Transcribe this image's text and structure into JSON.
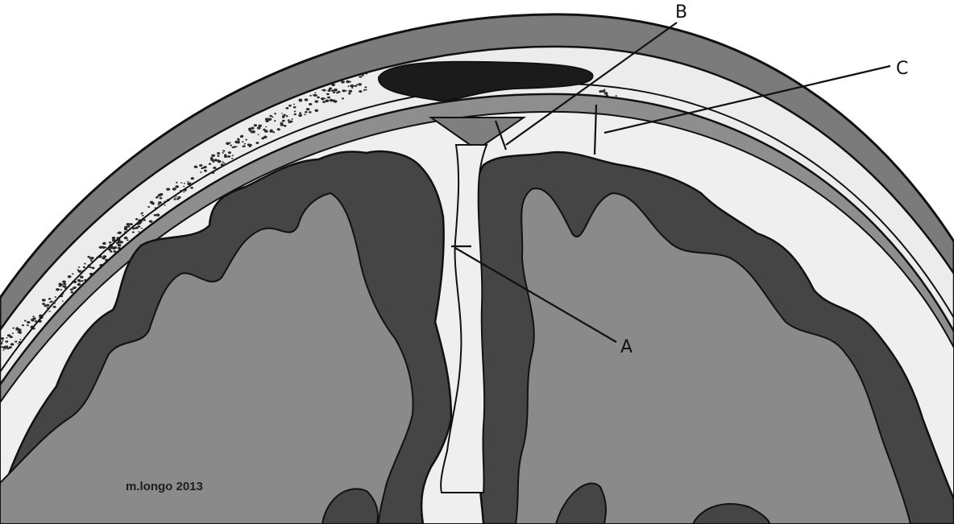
{
  "diagram": {
    "labels": {
      "a": "A",
      "b": "B",
      "c": "C"
    },
    "credit": "m.longo 2013",
    "colors": {
      "background": "#ffffff",
      "scalp": "#7b7b7b",
      "bone_table": "#ececec",
      "diploe_speckle": "#2a2a2a",
      "dura": "#8e8e8e",
      "subarachnoid_space": "#efefef",
      "gray_matter": "#454545",
      "white_matter": "#8a8a8a",
      "sinus_dark": "#1b1b1b",
      "outline": "#111111"
    }
  }
}
